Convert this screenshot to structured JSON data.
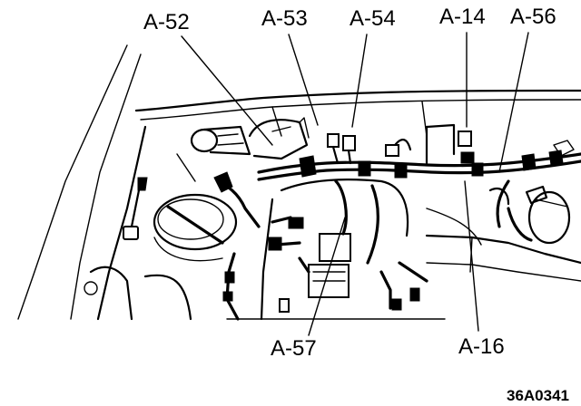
{
  "callouts": {
    "a52": "A-52",
    "a53": "A-53",
    "a54": "A-54",
    "a14": "A-14",
    "a56": "A-56",
    "a57": "A-57",
    "a16": "A-16"
  },
  "figure_code": "36A0341",
  "colors": {
    "ink": "#000000",
    "paper": "#ffffff"
  }
}
